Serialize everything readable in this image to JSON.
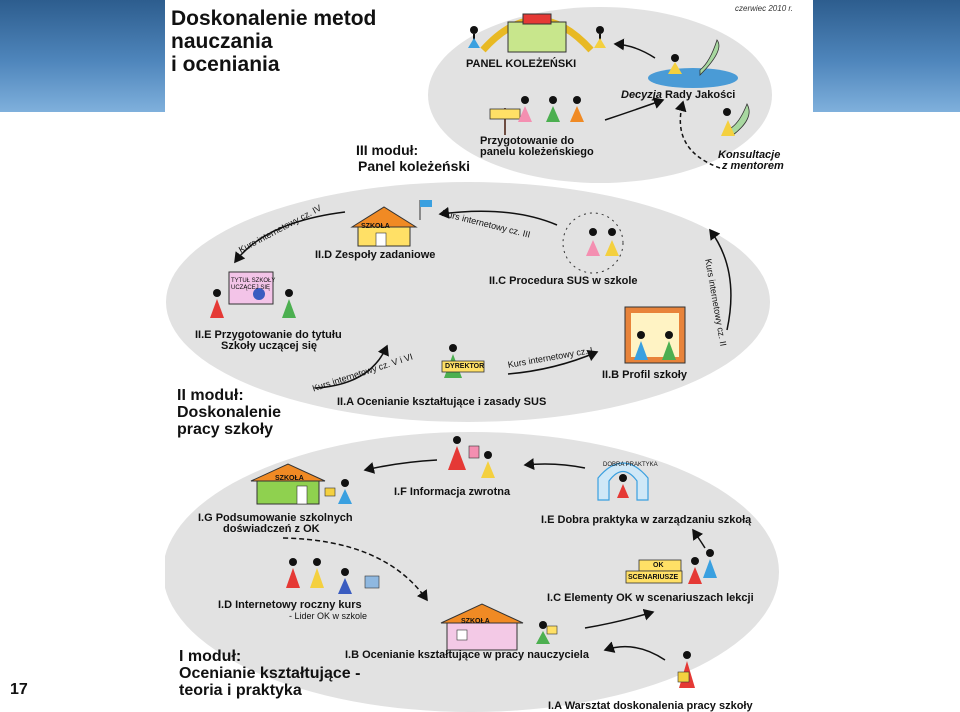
{
  "slide": {
    "page_number": "17"
  },
  "poster": {
    "title_lines": [
      "Doskonalenie metod",
      "nauczania",
      "i oceniania"
    ],
    "date": "czerwiec 2010 r."
  },
  "module3": {
    "heading_lines": [
      "III moduł:",
      "Panel koleżeński"
    ],
    "panel": "PANEL KOLEŻEŃSKI",
    "decision_italic": "Decyzja",
    "decision_rest": "Rady Jakości",
    "preparation_lines": [
      "Przygotowanie do",
      "panelu koleżeńskiego"
    ],
    "consultation_lines": [
      "Konsultacje",
      "z mentorem"
    ]
  },
  "module2": {
    "heading_lines": [
      "II moduł:",
      "Doskonalenie",
      "pracy szkoły"
    ],
    "A": "II.A Ocenianie kształtujące i zasady SUS",
    "B": "II.B Profil szkoły",
    "C": "II.C Procedura SUS w szkole",
    "D": "II.D Zespoły zadaniowe",
    "E_lines": [
      "II.E Przygotowanie do tytułu",
      "Szkoły uczącej się"
    ],
    "course1": "Kurs internetowy cz. I",
    "course2": "Kurs internetowy cz. II",
    "course3": "Kurs internetowy cz. III",
    "course4": "Kurs internetowy cz. IV",
    "course56": "Kurs internetowy cz. V i VI",
    "sign_school": "SZKOŁA",
    "sign_director": "DYREKTOR",
    "sign_title_lines": [
      "TYTUŁ SZKOŁY",
      "UCZĄCEJ SIĘ"
    ]
  },
  "module1": {
    "heading_lines": [
      "I moduł:",
      "Ocenianie kształtujące -",
      "teoria i praktyka"
    ],
    "A": "I.A Warsztat doskonalenia pracy szkoły",
    "B": "I.B Ocenianie kształtujące w pracy nauczyciela",
    "C": "I.C Elementy OK w scenariuszach lekcji",
    "D_line1": "I.D Internetowy roczny kurs",
    "D_line2": "- Lider OK w szkole",
    "E": "I.E Dobra praktyka w zarządzaniu szkołą",
    "F": "I.F Informacja zwrotna",
    "G_lines": [
      "I.G Podsumowanie szkolnych",
      "doświadczeń z OK"
    ],
    "sign_school": "SZKOŁA",
    "sign_practice": "DOBRA PRAKTYKA",
    "sign_ok": "OK",
    "sign_scenarios": "SCENARIUSZE"
  },
  "colors": {
    "band": "#4f86bc",
    "ellipse": "#e2e2e2",
    "house_wall_green": "#8fd14f",
    "house_wall_yellow": "#ffe066",
    "house_roof": "#f08a24",
    "flag_red": "#e53935",
    "dress_yellow": "#f4d03f",
    "dress_blue": "#3aa0e0",
    "dress_green": "#4caf50",
    "dress_pink": "#f48fb1",
    "wing": "#a8d8a0",
    "sea": "#4a9bd6"
  },
  "icons": [
    "house-icon",
    "flag-icon",
    "person-figure-icon",
    "arch-icon",
    "angel-icon",
    "easel-icon",
    "signpost-icon",
    "computer-icon"
  ]
}
